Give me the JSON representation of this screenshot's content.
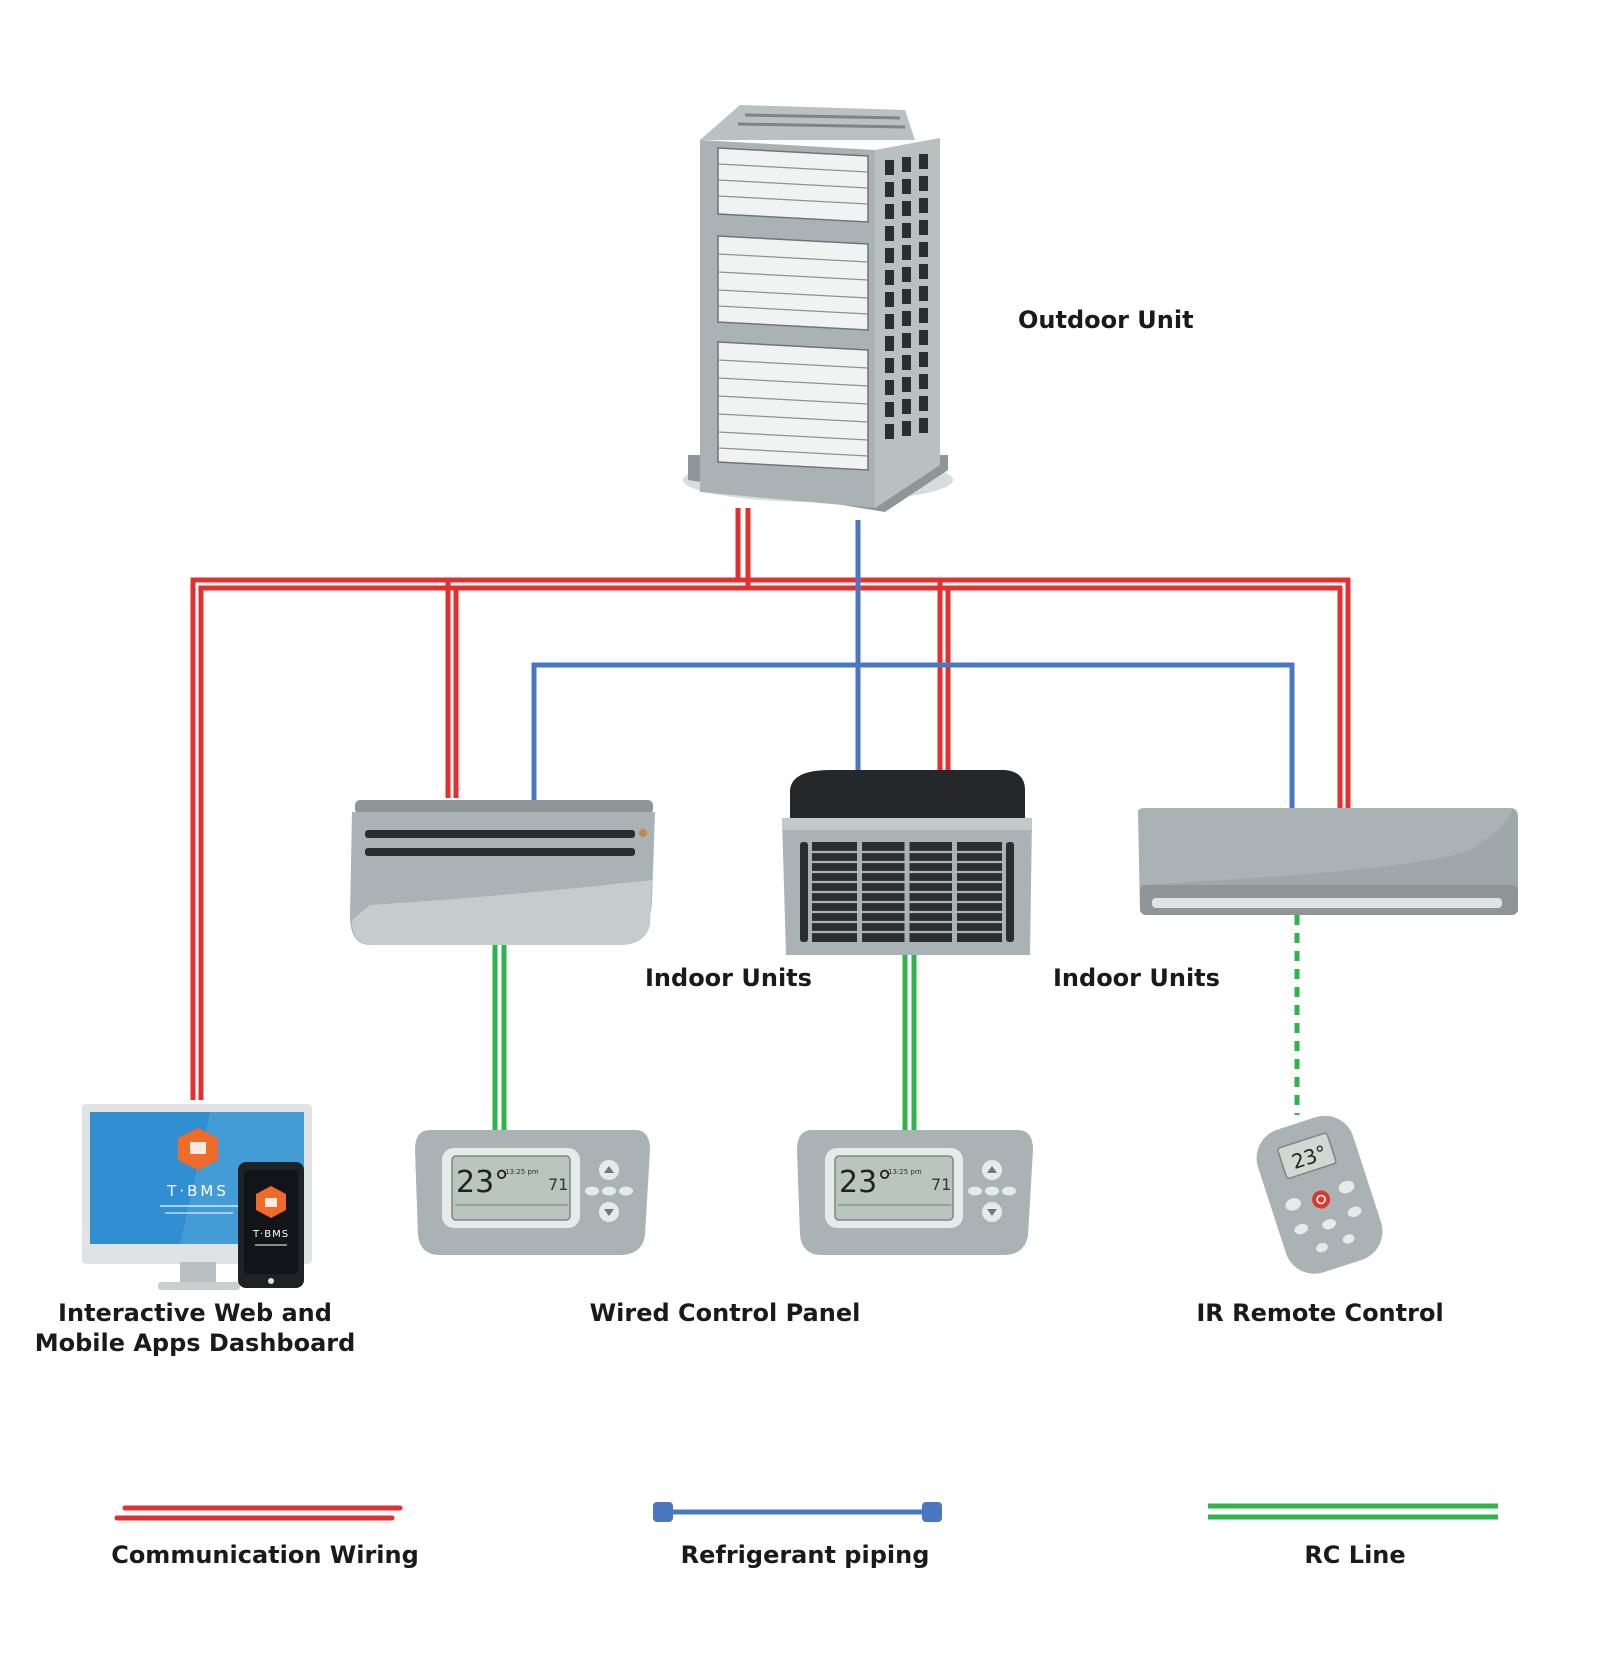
{
  "labels": {
    "outdoor_unit": "Outdoor Unit",
    "indoor_units_left": "Indoor Units",
    "indoor_units_right": "Indoor Units",
    "dashboard_line1": "Interactive Web and",
    "dashboard_line2": "Mobile Apps Dashboard",
    "wired_control_panel": "Wired Control Panel",
    "ir_remote_control": "IR Remote Control"
  },
  "legend": {
    "communication_wiring": "Communication Wiring",
    "refrigerant_piping": "Refrigerant piping",
    "rc_line": "RC Line"
  },
  "screen": {
    "brand_monitor": "T·BMS",
    "brand_phone": "T·BMS"
  },
  "thermostat_left": {
    "temp": "23°",
    "time": "13:25 pm",
    "setpoint": "71"
  },
  "thermostat_right": {
    "temp": "23°",
    "time": "13:25 pm",
    "setpoint": "71"
  },
  "remote": {
    "temp": "23°"
  },
  "colors": {
    "communication": "#e03030",
    "refrigerant": "#4a78c0",
    "rc_line": "#2fb34a",
    "unit_gray": "#a9b2b4",
    "unit_dark": "#2b2e30",
    "screen_blue": "#2f8fd1",
    "logo_orange": "#f06a2a"
  },
  "icons": {
    "outdoor": "outdoor-unit-icon",
    "wall_unit_left": "floor-ceiling-unit-icon",
    "cassette": "cassette-unit-icon",
    "wall_unit_right": "wall-mounted-unit-icon",
    "monitor": "monitor-icon",
    "phone": "phone-icon",
    "thermostat": "thermostat-icon",
    "remote": "remote-control-icon"
  }
}
